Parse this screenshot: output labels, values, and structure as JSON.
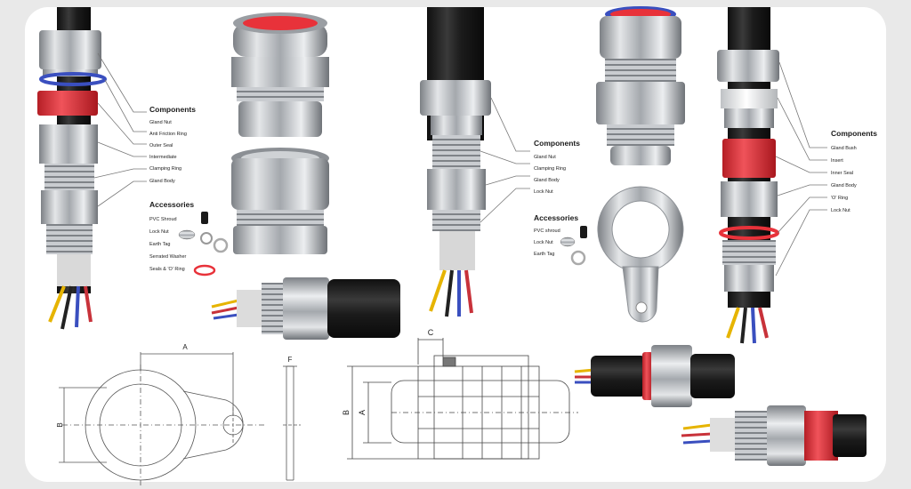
{
  "panel_left": {
    "components_title": "Components",
    "components": [
      "Gland Nut",
      "Anti Friction Ring",
      "Outer Seal",
      "Intermediate",
      "Clamping Ring",
      "Gland Body"
    ],
    "accessories_title": "Accessories",
    "accessories": [
      "PVC Shroud",
      "Lock Nut",
      "Earth Tag",
      "Serrated Washer",
      "Seals & 'O' Ring"
    ]
  },
  "panel_middle": {
    "components_title": "Components",
    "components": [
      "Gland Nut",
      "Clamping Ring",
      "Gland Body",
      "Lock Nut"
    ],
    "accessories_title": "Accessories",
    "accessories": [
      "PVC shroud",
      "Lock Nut",
      "Earth Tag"
    ]
  },
  "panel_right": {
    "components_title": "Components",
    "components": [
      "Gland Bush",
      "Insert",
      "Inner Seal",
      "Gland Body",
      "'O' Ring",
      "Lock Nut"
    ]
  },
  "dimensions": {
    "earth_tag_a": "A",
    "earth_tag_b": "B",
    "thickness_f": "F",
    "gland_c": "C",
    "gland_b": "B",
    "gland_a": "A"
  },
  "colors": {
    "background": "#e9e9e9",
    "panel": "#ffffff",
    "seal_red": "#e8323a",
    "ring_blue": "#3a4fbf",
    "cable_black": "#1f1f1f",
    "metal": "#b9bcc0"
  }
}
